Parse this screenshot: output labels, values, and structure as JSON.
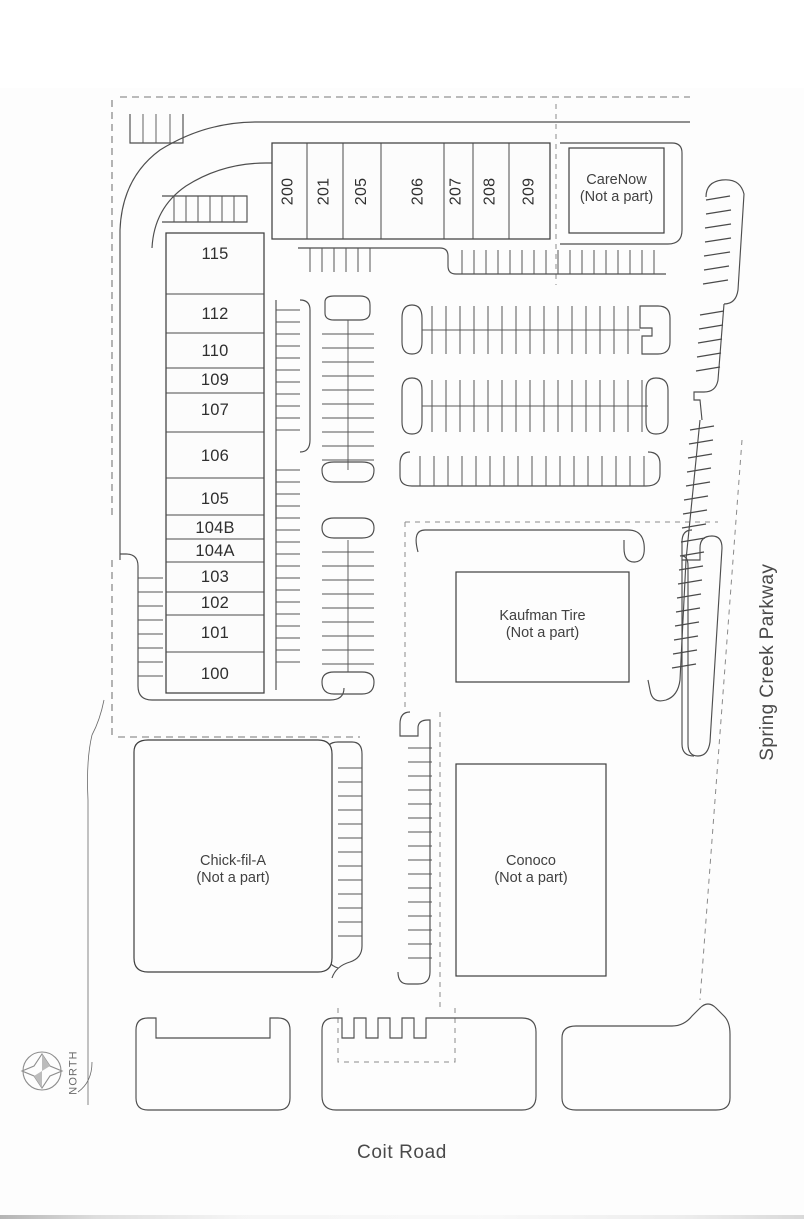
{
  "document": {
    "type": "retail-shopping-center-site-plan",
    "background_color": "#fdfdfd",
    "line_color": "#4a4a4a",
    "text_color": "#3d3d3d"
  },
  "streets": [
    {
      "name": "spring-creek-parkway",
      "label": "Spring Creek Parkway",
      "orientation": "vertical",
      "side": "right"
    },
    {
      "name": "coit-road",
      "label": "Coit Road",
      "orientation": "horizontal",
      "side": "bottom"
    }
  ],
  "compass": {
    "label": "NORTH",
    "icon": "compass-rose-icon"
  },
  "buildings": {
    "north_building": {
      "name": "north-retail-building",
      "orientation": "horizontal-strip",
      "units": [
        {
          "label": "200"
        },
        {
          "label": "201"
        },
        {
          "label": "205"
        },
        {
          "label": "206"
        },
        {
          "label": "207"
        },
        {
          "label": "208"
        },
        {
          "label": "209"
        }
      ]
    },
    "west_building": {
      "name": "west-retail-building",
      "orientation": "vertical-strip",
      "units": [
        {
          "label": "115"
        },
        {
          "label": "112"
        },
        {
          "label": "110"
        },
        {
          "label": "109"
        },
        {
          "label": "107"
        },
        {
          "label": "106"
        },
        {
          "label": "105"
        },
        {
          "label": "104B"
        },
        {
          "label": "104A"
        },
        {
          "label": "103"
        },
        {
          "label": "102"
        },
        {
          "label": "101"
        },
        {
          "label": "100"
        }
      ]
    }
  },
  "outparcels": [
    {
      "name": "carenow",
      "title": "CareNow",
      "note": "(Not a part)"
    },
    {
      "name": "kaufman-tire",
      "title": "Kaufman Tire",
      "note": "(Not a part)"
    },
    {
      "name": "conoco",
      "title": "Conoco",
      "note": "(Not a part)"
    },
    {
      "name": "chick-fil-a",
      "title": "Chick-fil-A",
      "note": "(Not a part)"
    }
  ]
}
